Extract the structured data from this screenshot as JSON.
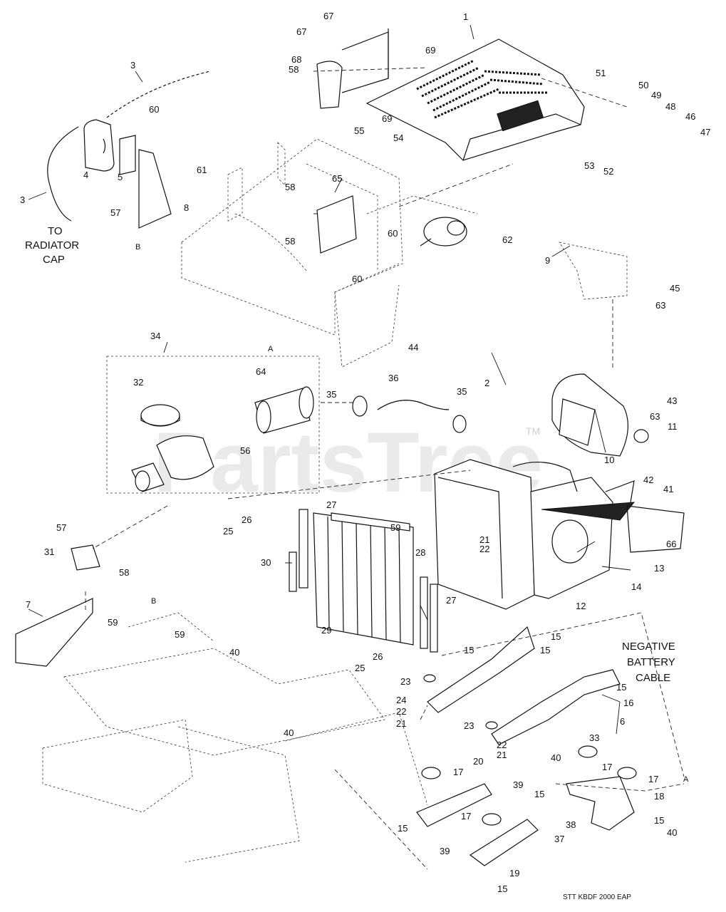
{
  "watermark": {
    "text": "PartsTree",
    "tm": "TM"
  },
  "caption": "STT KBDF 2000 EAP",
  "notes": {
    "to_radiator_cap": [
      "TO",
      "RADIATOR",
      "CAP"
    ],
    "negative_battery_cable": [
      "NEGATIVE",
      "BATTERY",
      "CABLE"
    ]
  },
  "refs": {
    "a_top": "A",
    "b_top": "B",
    "b_bottom": "B",
    "a_bottom": "A"
  },
  "callouts": [
    {
      "id": "c-1",
      "text": "1"
    },
    {
      "id": "c-2",
      "text": "2"
    },
    {
      "id": "c-3a",
      "text": "3"
    },
    {
      "id": "c-3b",
      "text": "3"
    },
    {
      "id": "c-4",
      "text": "4"
    },
    {
      "id": "c-5",
      "text": "5"
    },
    {
      "id": "c-6",
      "text": "6"
    },
    {
      "id": "c-7",
      "text": "7"
    },
    {
      "id": "c-8",
      "text": "8"
    },
    {
      "id": "c-9",
      "text": "9"
    },
    {
      "id": "c-10",
      "text": "10"
    },
    {
      "id": "c-11",
      "text": "11"
    },
    {
      "id": "c-12",
      "text": "12"
    },
    {
      "id": "c-13",
      "text": "13"
    },
    {
      "id": "c-14",
      "text": "14"
    },
    {
      "id": "c-15a",
      "text": "15"
    },
    {
      "id": "c-15b",
      "text": "15"
    },
    {
      "id": "c-15c",
      "text": "15"
    },
    {
      "id": "c-15d",
      "text": "15"
    },
    {
      "id": "c-15e",
      "text": "15"
    },
    {
      "id": "c-15f",
      "text": "15"
    },
    {
      "id": "c-15g",
      "text": "15"
    },
    {
      "id": "c-15h",
      "text": "15"
    },
    {
      "id": "c-16",
      "text": "16"
    },
    {
      "id": "c-17a",
      "text": "17"
    },
    {
      "id": "c-17b",
      "text": "17"
    },
    {
      "id": "c-17c",
      "text": "17"
    },
    {
      "id": "c-17d",
      "text": "17"
    },
    {
      "id": "c-18",
      "text": "18"
    },
    {
      "id": "c-19",
      "text": "19"
    },
    {
      "id": "c-20",
      "text": "20"
    },
    {
      "id": "c-21a",
      "text": "21"
    },
    {
      "id": "c-21b",
      "text": "21"
    },
    {
      "id": "c-21c",
      "text": "21"
    },
    {
      "id": "c-22a",
      "text": "22"
    },
    {
      "id": "c-22b",
      "text": "22"
    },
    {
      "id": "c-22c",
      "text": "22"
    },
    {
      "id": "c-23a",
      "text": "23"
    },
    {
      "id": "c-23b",
      "text": "23"
    },
    {
      "id": "c-24",
      "text": "24"
    },
    {
      "id": "c-25a",
      "text": "25"
    },
    {
      "id": "c-25b",
      "text": "25"
    },
    {
      "id": "c-26a",
      "text": "26"
    },
    {
      "id": "c-26b",
      "text": "26"
    },
    {
      "id": "c-27a",
      "text": "27"
    },
    {
      "id": "c-27b",
      "text": "27"
    },
    {
      "id": "c-28",
      "text": "28"
    },
    {
      "id": "c-29",
      "text": "29"
    },
    {
      "id": "c-30",
      "text": "30"
    },
    {
      "id": "c-31",
      "text": "31"
    },
    {
      "id": "c-32",
      "text": "32"
    },
    {
      "id": "c-33",
      "text": "33"
    },
    {
      "id": "c-34",
      "text": "34"
    },
    {
      "id": "c-35a",
      "text": "35"
    },
    {
      "id": "c-35b",
      "text": "35"
    },
    {
      "id": "c-36",
      "text": "36"
    },
    {
      "id": "c-37",
      "text": "37"
    },
    {
      "id": "c-38",
      "text": "38"
    },
    {
      "id": "c-39a",
      "text": "39"
    },
    {
      "id": "c-39b",
      "text": "39"
    },
    {
      "id": "c-40a",
      "text": "40"
    },
    {
      "id": "c-40b",
      "text": "40"
    },
    {
      "id": "c-40c",
      "text": "40"
    },
    {
      "id": "c-40d",
      "text": "40"
    },
    {
      "id": "c-41",
      "text": "41"
    },
    {
      "id": "c-42",
      "text": "42"
    },
    {
      "id": "c-43",
      "text": "43"
    },
    {
      "id": "c-44",
      "text": "44"
    },
    {
      "id": "c-45",
      "text": "45"
    },
    {
      "id": "c-46",
      "text": "46"
    },
    {
      "id": "c-47",
      "text": "47"
    },
    {
      "id": "c-48",
      "text": "48"
    },
    {
      "id": "c-49",
      "text": "49"
    },
    {
      "id": "c-50",
      "text": "50"
    },
    {
      "id": "c-51",
      "text": "51"
    },
    {
      "id": "c-52",
      "text": "52"
    },
    {
      "id": "c-53",
      "text": "53"
    },
    {
      "id": "c-54",
      "text": "54"
    },
    {
      "id": "c-55",
      "text": "55"
    },
    {
      "id": "c-56",
      "text": "56"
    },
    {
      "id": "c-57a",
      "text": "57"
    },
    {
      "id": "c-57b",
      "text": "57"
    },
    {
      "id": "c-58a",
      "text": "58"
    },
    {
      "id": "c-58b",
      "text": "58"
    },
    {
      "id": "c-58c",
      "text": "58"
    },
    {
      "id": "c-58d",
      "text": "58"
    },
    {
      "id": "c-59a",
      "text": "59"
    },
    {
      "id": "c-59b",
      "text": "59"
    },
    {
      "id": "c-59c",
      "text": "59"
    },
    {
      "id": "c-60a",
      "text": "60"
    },
    {
      "id": "c-60b",
      "text": "60"
    },
    {
      "id": "c-60c",
      "text": "60"
    },
    {
      "id": "c-61",
      "text": "61"
    },
    {
      "id": "c-62",
      "text": "62"
    },
    {
      "id": "c-63a",
      "text": "63"
    },
    {
      "id": "c-63b",
      "text": "63"
    },
    {
      "id": "c-64",
      "text": "64"
    },
    {
      "id": "c-65",
      "text": "65"
    },
    {
      "id": "c-66",
      "text": "66"
    },
    {
      "id": "c-67a",
      "text": "67"
    },
    {
      "id": "c-67b",
      "text": "67"
    },
    {
      "id": "c-68",
      "text": "68"
    },
    {
      "id": "c-69a",
      "text": "69"
    },
    {
      "id": "c-69b",
      "text": "69"
    }
  ]
}
